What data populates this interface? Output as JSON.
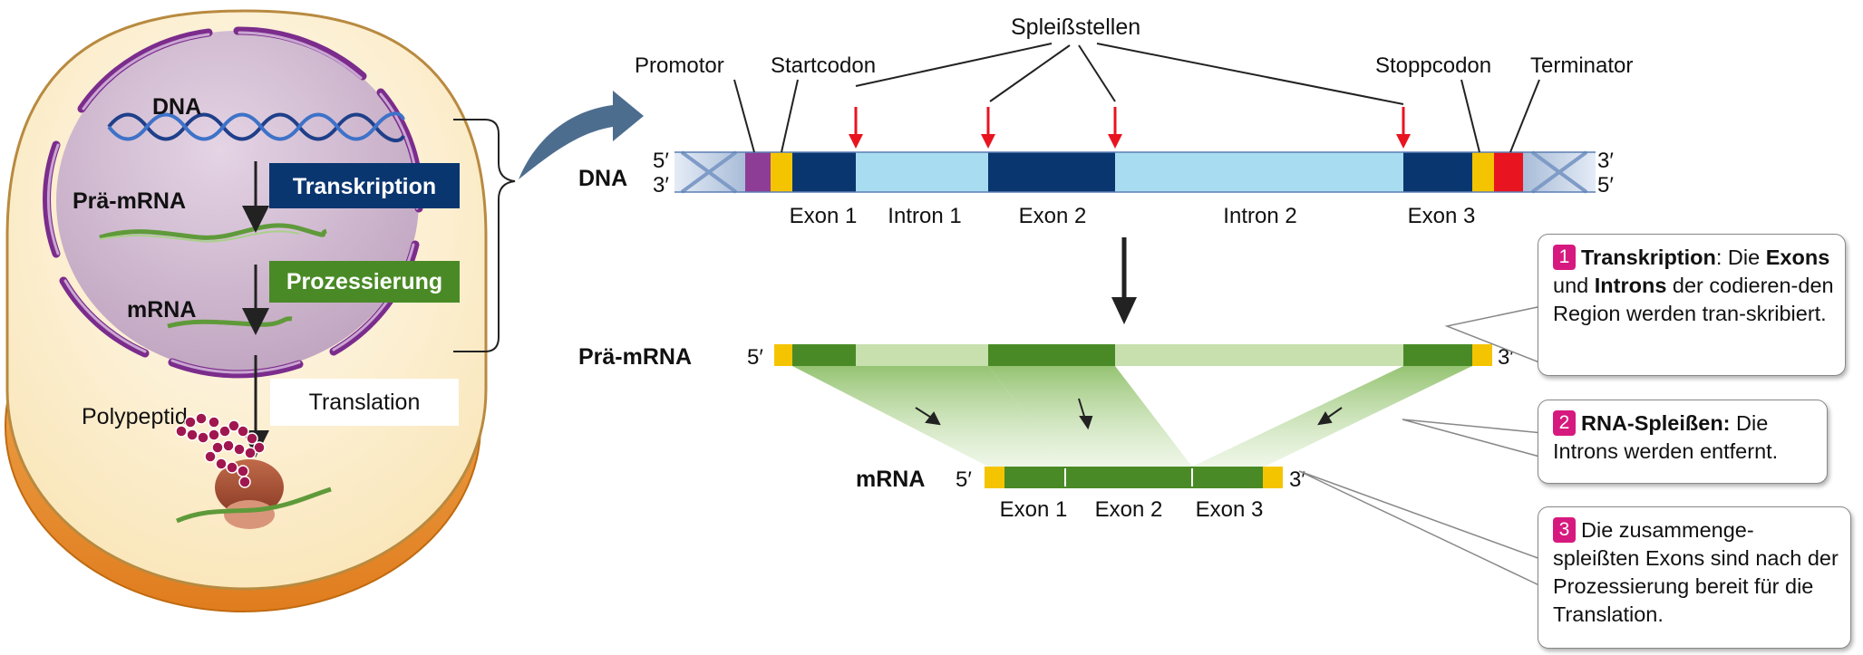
{
  "cell": {
    "dna_label": "DNA",
    "pre_mrna_label": "Prä-mRNA",
    "mrna_label": "mRNA",
    "polypeptide_label": "Polypeptid",
    "transcription_label": "Transkription",
    "processing_label": "Prozessierung",
    "translation_label": "Translation"
  },
  "gene": {
    "row_label": "DNA",
    "splice_sites_label": "Spleißstellen",
    "promoter_label": "Promotor",
    "start_codon_label": "Startcodon",
    "stop_codon_label": "Stoppcodon",
    "terminator_label": "Terminator",
    "end_5": "5′",
    "end_3": "3′",
    "segments": [
      "Exon 1",
      "Intron 1",
      "Exon 2",
      "Intron 2",
      "Exon 3"
    ]
  },
  "pre_mrna": {
    "row_label": "Prä-mRNA",
    "end_5": "5′",
    "end_3": "3′"
  },
  "mrna": {
    "row_label": "mRNA",
    "end_5": "5′",
    "end_3": "3′",
    "exons": [
      "Exon 1",
      "Exon 2",
      "Exon 3"
    ]
  },
  "callouts": [
    {
      "num": "1",
      "parts": [
        {
          "t": "Transkription",
          "b": true
        },
        {
          "t": ": Die ",
          "b": false
        },
        {
          "t": "Exons",
          "b": true
        },
        {
          "t": " und ",
          "b": false
        },
        {
          "t": "Introns",
          "b": true
        },
        {
          "t": " der codieren-den Region werden tran-skribiert.",
          "b": false
        }
      ]
    },
    {
      "num": "2",
      "parts": [
        {
          "t": "RNA-Spleißen:",
          "b": true
        },
        {
          "t": " Die Introns werden entfernt.",
          "b": false
        }
      ]
    },
    {
      "num": "3",
      "parts": [
        {
          "t": "Die zusammenge-spleißten Exons sind nach der Prozessierung bereit für die Translation.",
          "b": false
        }
      ]
    }
  ],
  "colors": {
    "exon": "#0a3670",
    "intron": "#a8dcf0",
    "promoter": "#8e3d97",
    "codon": "#f5c400",
    "terminator": "#e8141f",
    "splice_arrow": "#e8141f",
    "pre_mrna_exon": "#4a8a26",
    "pre_mrna_intron": "#c7e0ae",
    "callout_number": "#d6197f",
    "transcription_box": "#0a3670",
    "processing_box": "#4a8a26",
    "nucleus": "#c9b0c9",
    "cytoplasm": "#fdf0cc"
  }
}
